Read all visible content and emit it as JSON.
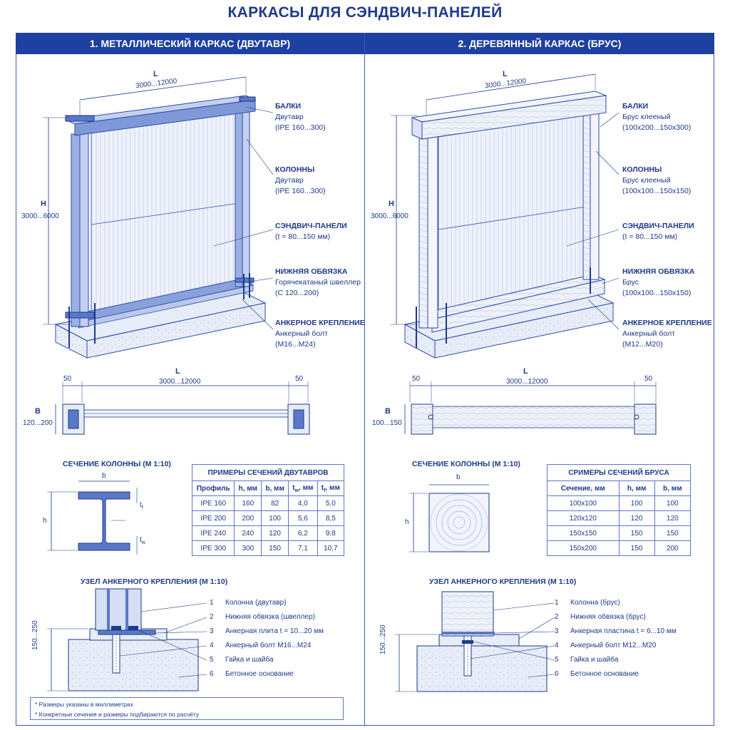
{
  "title": "КАРКАСЫ ДЛЯ СЭНДВИЧ-ПАНЕЛЕЙ",
  "left": {
    "header": "1. МЕТАЛЛИЧЕСКИЙ КАРКАС (ДВУТАВР)",
    "dim_L": "L",
    "dim_L_range": "3000...12000",
    "dim_H": "H",
    "dim_H_range": "3000...6000",
    "labels": [
      {
        "title": "БАЛКИ",
        "l1": "Двутавр",
        "l2": "(IPE 160...300)"
      },
      {
        "title": "КОЛОННЫ",
        "l1": "Двутавр",
        "l2": "(IPE 160...300)"
      },
      {
        "title": "СЭНДВИЧ-ПАНЕЛИ",
        "l1": "(t = 80...150 мм)",
        "l2": ""
      },
      {
        "title": "НИЖНЯЯ ОБВЯЗКА",
        "l1": "Горячекатаный швеллер",
        "l2": "(С 120...200)"
      },
      {
        "title": "АНКЕРНОЕ КРЕПЛЕНИЕ",
        "l1": "Анкерный болт",
        "l2": "(M16...M24)"
      }
    ],
    "plan": {
      "edge_left": "50",
      "edge_right": "50",
      "L": "L",
      "L_range": "3000...12000",
      "B": "B",
      "B_range": "120...200"
    },
    "section_title": "СЕЧЕНИЕ КОЛОННЫ (М 1:10)",
    "section_b": "b",
    "section_h": "h",
    "section_tf": "t",
    "section_tw": "t",
    "table_title": "ПРИМЕРЫ СЕЧЕНИЙ ДВУТАВРОВ",
    "table_headers": [
      "Профиль",
      "h, мм",
      "b, мм",
      "t",
      "t"
    ],
    "table_header_subs": [
      "",
      "",
      "",
      "w",
      "f"
    ],
    "table_header_units": [
      "",
      "",
      "",
      ", мм",
      ", мм"
    ],
    "table_rows": [
      [
        "IPE 160",
        "160",
        "82",
        "4,0",
        "5,0"
      ],
      [
        "IPE 200",
        "200",
        "100",
        "5,6",
        "8,5"
      ],
      [
        "IPE 240",
        "240",
        "120",
        "6,2",
        "9,8"
      ],
      [
        "IPE 300",
        "300",
        "150",
        "7,1",
        "10,7"
      ]
    ],
    "node_title": "УЗЕЛ АНКЕРНОГО КРЕПЛЕНИЯ (М 1:10)",
    "node_dim": "150...250",
    "legend": [
      {
        "n": "1",
        "t": "Колонна (двутавр)"
      },
      {
        "n": "2",
        "t": "Нижняя обвязка (швеллер)"
      },
      {
        "n": "3",
        "t": "Анкерная плита t = 10...20 мм"
      },
      {
        "n": "4",
        "t": "Анкерный болт M16...M24"
      },
      {
        "n": "5",
        "t": "Гайка и шайба"
      },
      {
        "n": "6",
        "t": "Бетонное основание"
      }
    ]
  },
  "right": {
    "header": "2. ДЕРЕВЯННЫЙ КАРКАС (БРУС)",
    "dim_L": "L",
    "dim_L_range": "3000...12000",
    "dim_H": "H",
    "dim_H_range": "3000...6000",
    "labels": [
      {
        "title": "БАЛКИ",
        "l1": "Брус клееный",
        "l2": "(100x200...150x300)"
      },
      {
        "title": "КОЛОННЫ",
        "l1": "Брус клееный",
        "l2": "(100x100...150x150)"
      },
      {
        "title": "СЭНДВИЧ-ПАНЕЛИ",
        "l1": "(t = 80...150 мм)",
        "l2": ""
      },
      {
        "title": "НИЖНЯЯ ОБВЯЗКА",
        "l1": "Брус",
        "l2": "(100x100...150x150)"
      },
      {
        "title": "АНКЕРНОЕ КРЕПЛЕНИЕ",
        "l1": "Анкерный болт",
        "l2": "(M12...M20)"
      }
    ],
    "plan": {
      "edge_left": "50",
      "edge_right": "50",
      "L": "L",
      "L_range": "3000...12000",
      "B": "B",
      "B_range": "100...150"
    },
    "section_title": "СЕЧЕНИЕ КОЛОННЫ (М 1:10)",
    "section_b": "b",
    "section_h": "h",
    "table_title": "СРИМЕРЫ СЕЧЕНИЙ БРУСА",
    "table_headers": [
      "Сечение, мм",
      "h, мм",
      "b, мм"
    ],
    "table_rows": [
      [
        "100x100",
        "100",
        "100"
      ],
      [
        "120x120",
        "120",
        "120"
      ],
      [
        "150x150",
        "150",
        "150"
      ],
      [
        "150x200",
        "150",
        "200"
      ]
    ],
    "node_title": "УЗЕЛ АНКЕРНОГО КРЕПЛЕНИЯ (М 1:10)",
    "node_dim": "150...250",
    "legend": [
      {
        "n": "1",
        "t": "Колонна (брус)"
      },
      {
        "n": "2",
        "t": "Нижняя обвязка (брус)"
      },
      {
        "n": "3",
        "t": "Анкерная пластина t = 6...10 мм"
      },
      {
        "n": "4",
        "t": "Анкерный болт M12...M20"
      },
      {
        "n": "5",
        "t": "Гайка и шайба"
      },
      {
        "n": "6",
        "t": "Бетонное основание"
      }
    ]
  },
  "notes": [
    "* Размеры указаны в миллиметрах",
    "* Конкретные сечения и размеры подбираются по расчёту"
  ]
}
